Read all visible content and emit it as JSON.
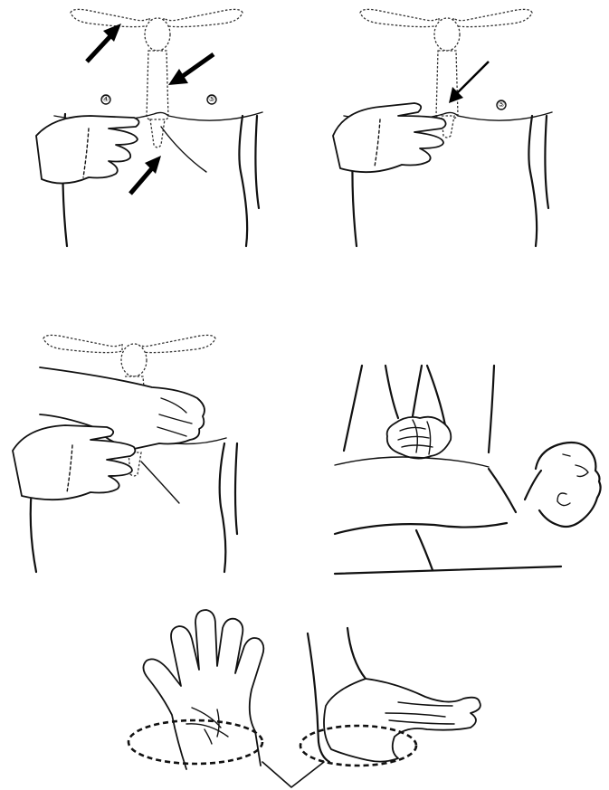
{
  "figure": {
    "panels": [
      {
        "id": "locate-sternum-landmarks",
        "nipple_labels": [
          "④",
          "⑤"
        ]
      },
      {
        "id": "locate-xiphoid-notch",
        "nipple_labels": [
          "⑤"
        ]
      },
      {
        "id": "place-heel-of-hand"
      },
      {
        "id": "cpr-compression-position"
      },
      {
        "id": "hand-heel-contact-area"
      }
    ],
    "icons": [
      "arrow-icon",
      "dashed-oval-highlight"
    ],
    "colors": {
      "line": "#111111",
      "background": "#ffffff"
    }
  }
}
